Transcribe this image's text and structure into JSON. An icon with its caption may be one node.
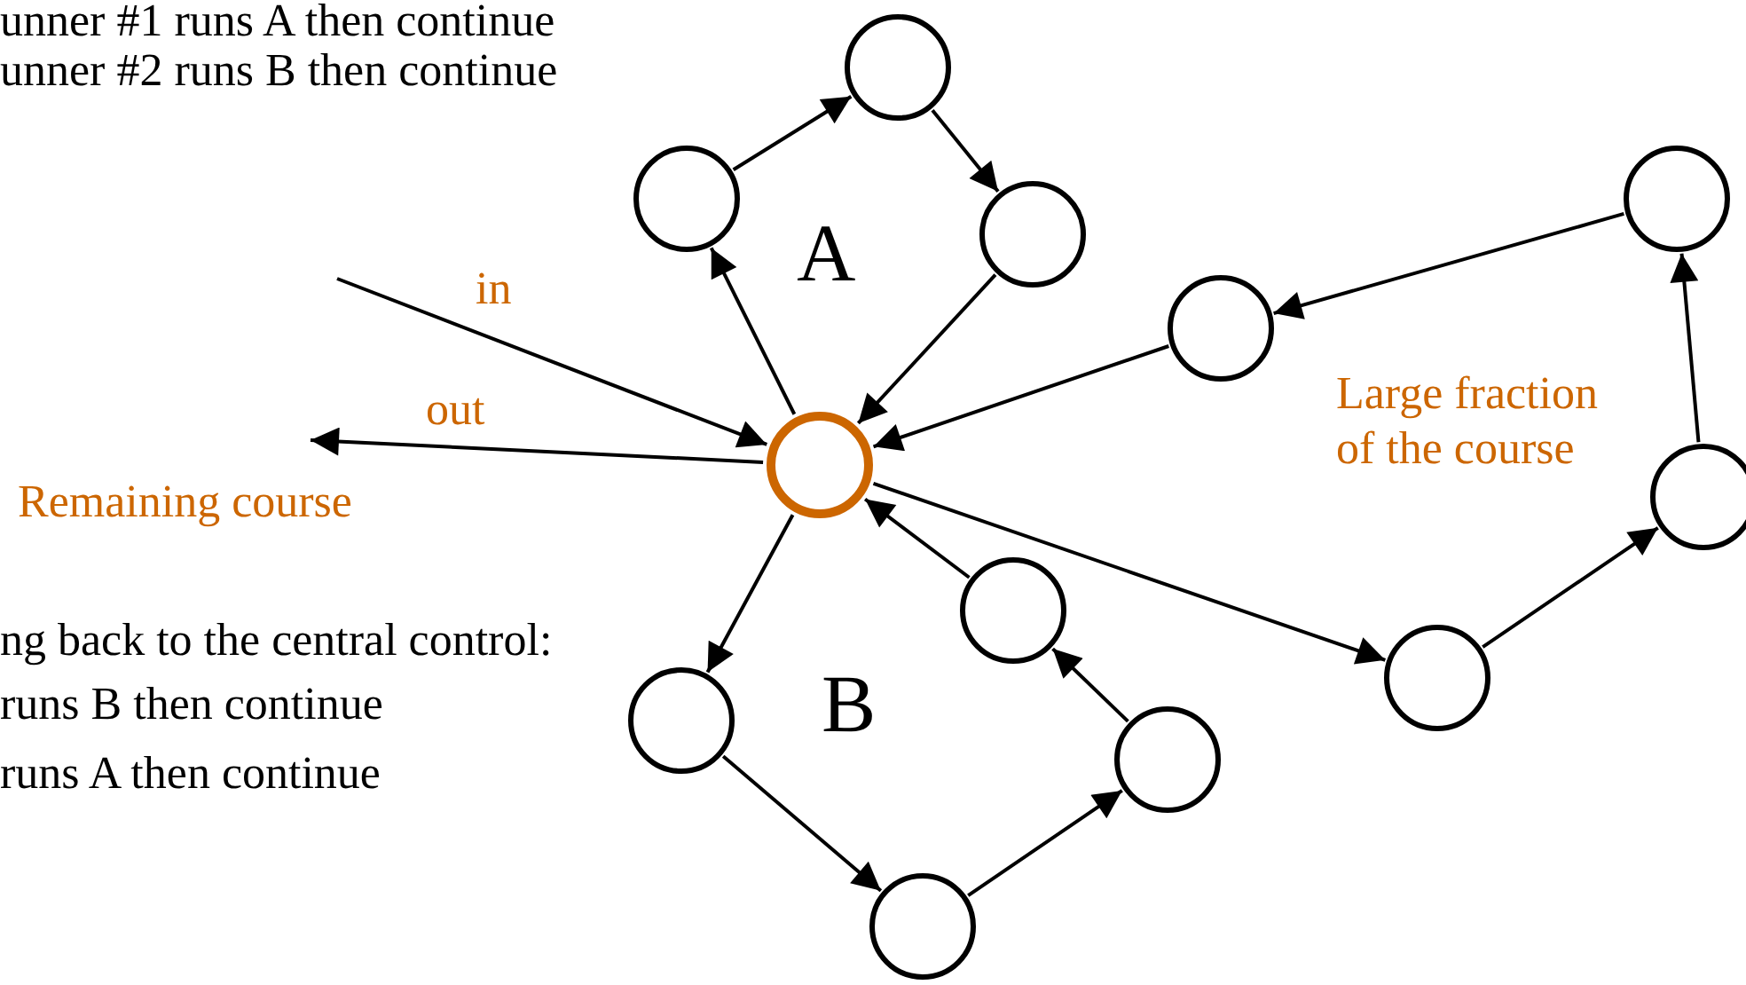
{
  "diagram": {
    "nodes": [
      {
        "text": [],
        "shape": "circle"
      },
      {
        "text": [],
        "shape": "circle"
      },
      {
        "text": [],
        "shape": "circle"
      },
      {
        "text": [],
        "shape": "circle"
      },
      {
        "text": [],
        "shape": "circle"
      },
      {
        "text": [],
        "shape": "circle"
      },
      {
        "text": [],
        "shape": "circle"
      },
      {
        "text": [],
        "shape": "circle"
      },
      {
        "text": [],
        "shape": "circle"
      },
      {
        "text": [],
        "shape": "circle"
      },
      {
        "text": [],
        "shape": "circle"
      },
      {
        "text": [],
        "shape": "circle"
      }
    ],
    "edges": [
      {
        "from": null,
        "to": 4,
        "arrow": "to",
        "label": "in"
      },
      {
        "from": 4,
        "to": null,
        "arrow": "to",
        "label": "out"
      },
      {
        "from": 4,
        "to": 1,
        "arrow": "to"
      },
      {
        "from": 1,
        "to": 0,
        "arrow": "to"
      },
      {
        "from": 0,
        "to": 2,
        "arrow": "to"
      },
      {
        "from": 2,
        "to": 4,
        "arrow": "to"
      },
      {
        "from": 4,
        "to": 8,
        "arrow": "to"
      },
      {
        "from": 8,
        "to": 6,
        "arrow": "to"
      },
      {
        "from": 6,
        "to": 5,
        "arrow": "to"
      },
      {
        "from": 5,
        "to": 3,
        "arrow": "to"
      },
      {
        "from": 3,
        "to": 4,
        "arrow": "to"
      },
      {
        "from": 4,
        "to": 9,
        "arrow": "to"
      },
      {
        "from": 9,
        "to": 11,
        "arrow": "to"
      },
      {
        "from": 11,
        "to": 10,
        "arrow": "to"
      },
      {
        "from": 10,
        "to": 7,
        "arrow": "to"
      },
      {
        "from": 7,
        "to": 4,
        "arrow": "to"
      }
    ],
    "labels": [
      "unner #1 runs A then continue",
      "unner #2 runs B then continue",
      "A",
      "Large fraction of the course",
      "Remaining course",
      "ng back to the central control:",
      "B",
      "runs B then continue",
      "runs A then continue"
    ]
  }
}
